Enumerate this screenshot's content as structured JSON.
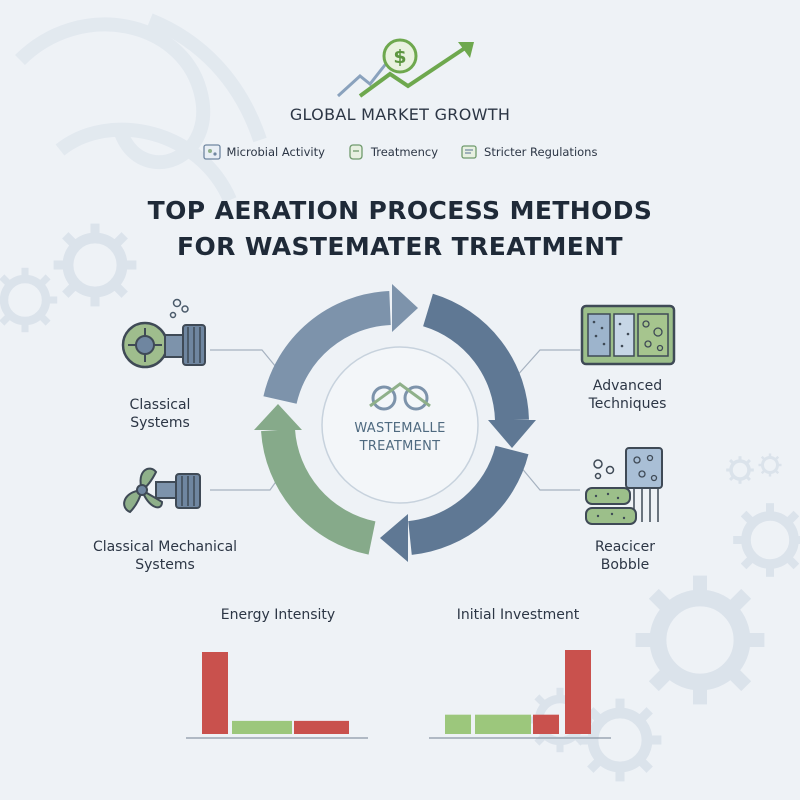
{
  "header": {
    "subtitle": "GLOBAL MARKET GROWTH",
    "icon": "dollar-growth-arrow-icon",
    "chips": [
      {
        "label": "Microbial Activity",
        "icon": "microbe-icon"
      },
      {
        "label": "Treatmency",
        "icon": "tank-icon"
      },
      {
        "label": "Stricter Regulations",
        "icon": "regulation-icon"
      }
    ]
  },
  "title": {
    "line1": "TOP AERATION PROCESS METHODS",
    "line2": "FOR WASTEMATER TREATMENT"
  },
  "center": {
    "line1": "WASTEMALLE",
    "line2": "TREATMENT",
    "icon": "infinity-loop-icon"
  },
  "methods": {
    "top_left": {
      "line1": "Classical",
      "line2": "Systems",
      "icon": "blower-icon"
    },
    "bottom_left": {
      "line1": "Classical Mechanical",
      "line2": "Systems",
      "icon": "fan-blower-icon"
    },
    "top_right": {
      "line1": "Advanced",
      "line2": "Techniques",
      "icon": "membrane-module-icon"
    },
    "bottom_right": {
      "line1": "Reacicer",
      "line2": "Bobble",
      "icon": "bubble-reactor-icon"
    }
  },
  "colors": {
    "blue": "#6f86a0",
    "blue_dark": "#536d8a",
    "green": "#8fb08a",
    "green_dark": "#6f9a6c",
    "bar_red": "#c9514d",
    "bar_green": "#9cc77c"
  },
  "chart_data": [
    {
      "type": "bar",
      "title": "Energy Intensity",
      "categories": [
        "",
        "",
        ""
      ],
      "values": [
        1.0,
        0.16,
        0.16
      ],
      "colors": [
        "#c9514d",
        "#9cc77c",
        "#c9514d"
      ]
    },
    {
      "type": "bar",
      "title": "Initial Investment",
      "categories": [
        "",
        "",
        "",
        ""
      ],
      "values": [
        0.23,
        0.23,
        0.23,
        1.0
      ],
      "colors": [
        "#9cc77c",
        "#9cc77c",
        "#c9514d",
        "#c9514d"
      ]
    }
  ]
}
